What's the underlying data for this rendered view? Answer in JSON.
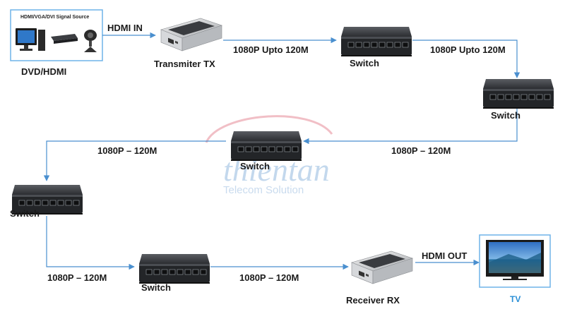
{
  "source": {
    "box_title": "HDMI/VGA/DVI Signal Source",
    "label": "DVD/HDMI"
  },
  "connections": {
    "hdmi_in": "HDMI IN",
    "link1": "1080P Upto 120M",
    "link2": "1080P Upto 120M",
    "link3": "1080P – 120M",
    "link4": "1080P – 120M",
    "link5": "1080P – 120M",
    "link6": "1080P – 120M",
    "hdmi_out": "HDMI OUT"
  },
  "devices": {
    "transmitter": "Transmiter TX",
    "switch1": "Switch",
    "switch2": "Switch",
    "switch3": "Switch",
    "switch4": "Switch",
    "switch5": "Switch",
    "receiver": "Receiver RX",
    "tv": "TV"
  },
  "watermark": {
    "brand": "thientan",
    "tagline": "Telecom Solution"
  },
  "colors": {
    "arrow": "#4a8fcf",
    "tv_label": "#2a8fd6",
    "box_border": "#6fb3e8"
  }
}
